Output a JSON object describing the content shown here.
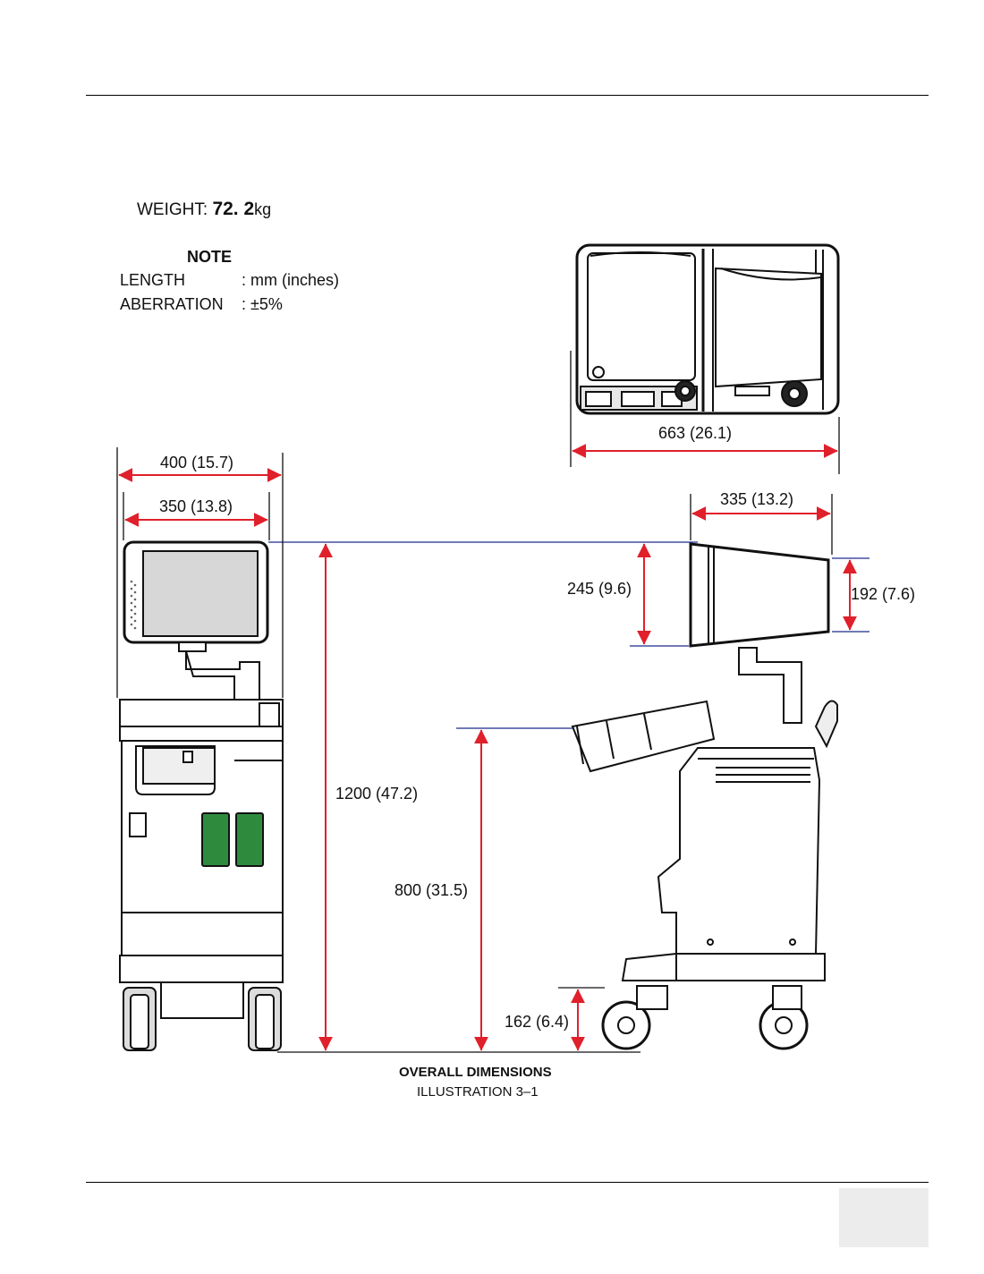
{
  "weight": {
    "label": "WEIGHT:",
    "value": "72. 2",
    "unit": "kg"
  },
  "note": {
    "title": "NOTE",
    "length_label": "LENGTH",
    "length_value": ": mm (inches)",
    "aberration_label": "ABERRATION",
    "aberration_value": ": ±5%"
  },
  "dimensions": {
    "width_overall": "400 (15.7)",
    "width_monitor": "350 (13.8)",
    "height_overall": "1200 (47.2)",
    "height_console": "800 (31.5)",
    "height_bumper": "162 (6.4)",
    "depth_top": "663 (26.1)",
    "monitor_depth": "335 (13.2)",
    "monitor_height": "245 (9.6)",
    "monitor_height_2": "192 (7.6)"
  },
  "caption": {
    "title": "OVERALL DIMENSIONS",
    "subtitle": "ILLUSTRATION 3–1"
  },
  "colors": {
    "dimension": "#e0202b",
    "panel_green": "#2e8b3e",
    "extension": "#1c2a8c"
  }
}
